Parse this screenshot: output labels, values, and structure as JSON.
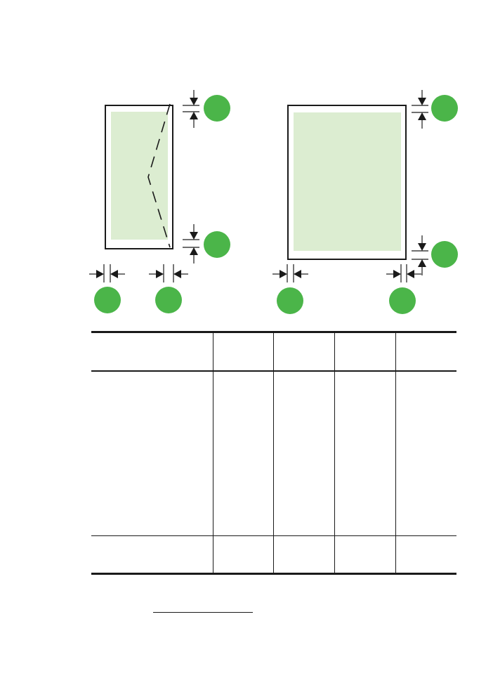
{
  "colors": {
    "paper_edge": "#1a1a1a",
    "printable_area": "#dcedd1",
    "callout_badge": "#4bb549",
    "arrow": "#1a1a1a"
  },
  "diagram": {
    "pages": [
      {
        "name": "envelope-sheet",
        "fold_line": "dashed"
      },
      {
        "name": "standard-sheet",
        "fold_line": "none"
      }
    ],
    "callout_labels": [
      "",
      "",
      "",
      "",
      "",
      "",
      "",
      ""
    ]
  },
  "table": {
    "headers": [
      "",
      "",
      "",
      "",
      ""
    ],
    "rows": [
      [
        "",
        "",
        "",
        "",
        ""
      ],
      [
        "",
        "",
        "",
        "",
        ""
      ]
    ]
  },
  "footnote": {
    "text": ""
  }
}
